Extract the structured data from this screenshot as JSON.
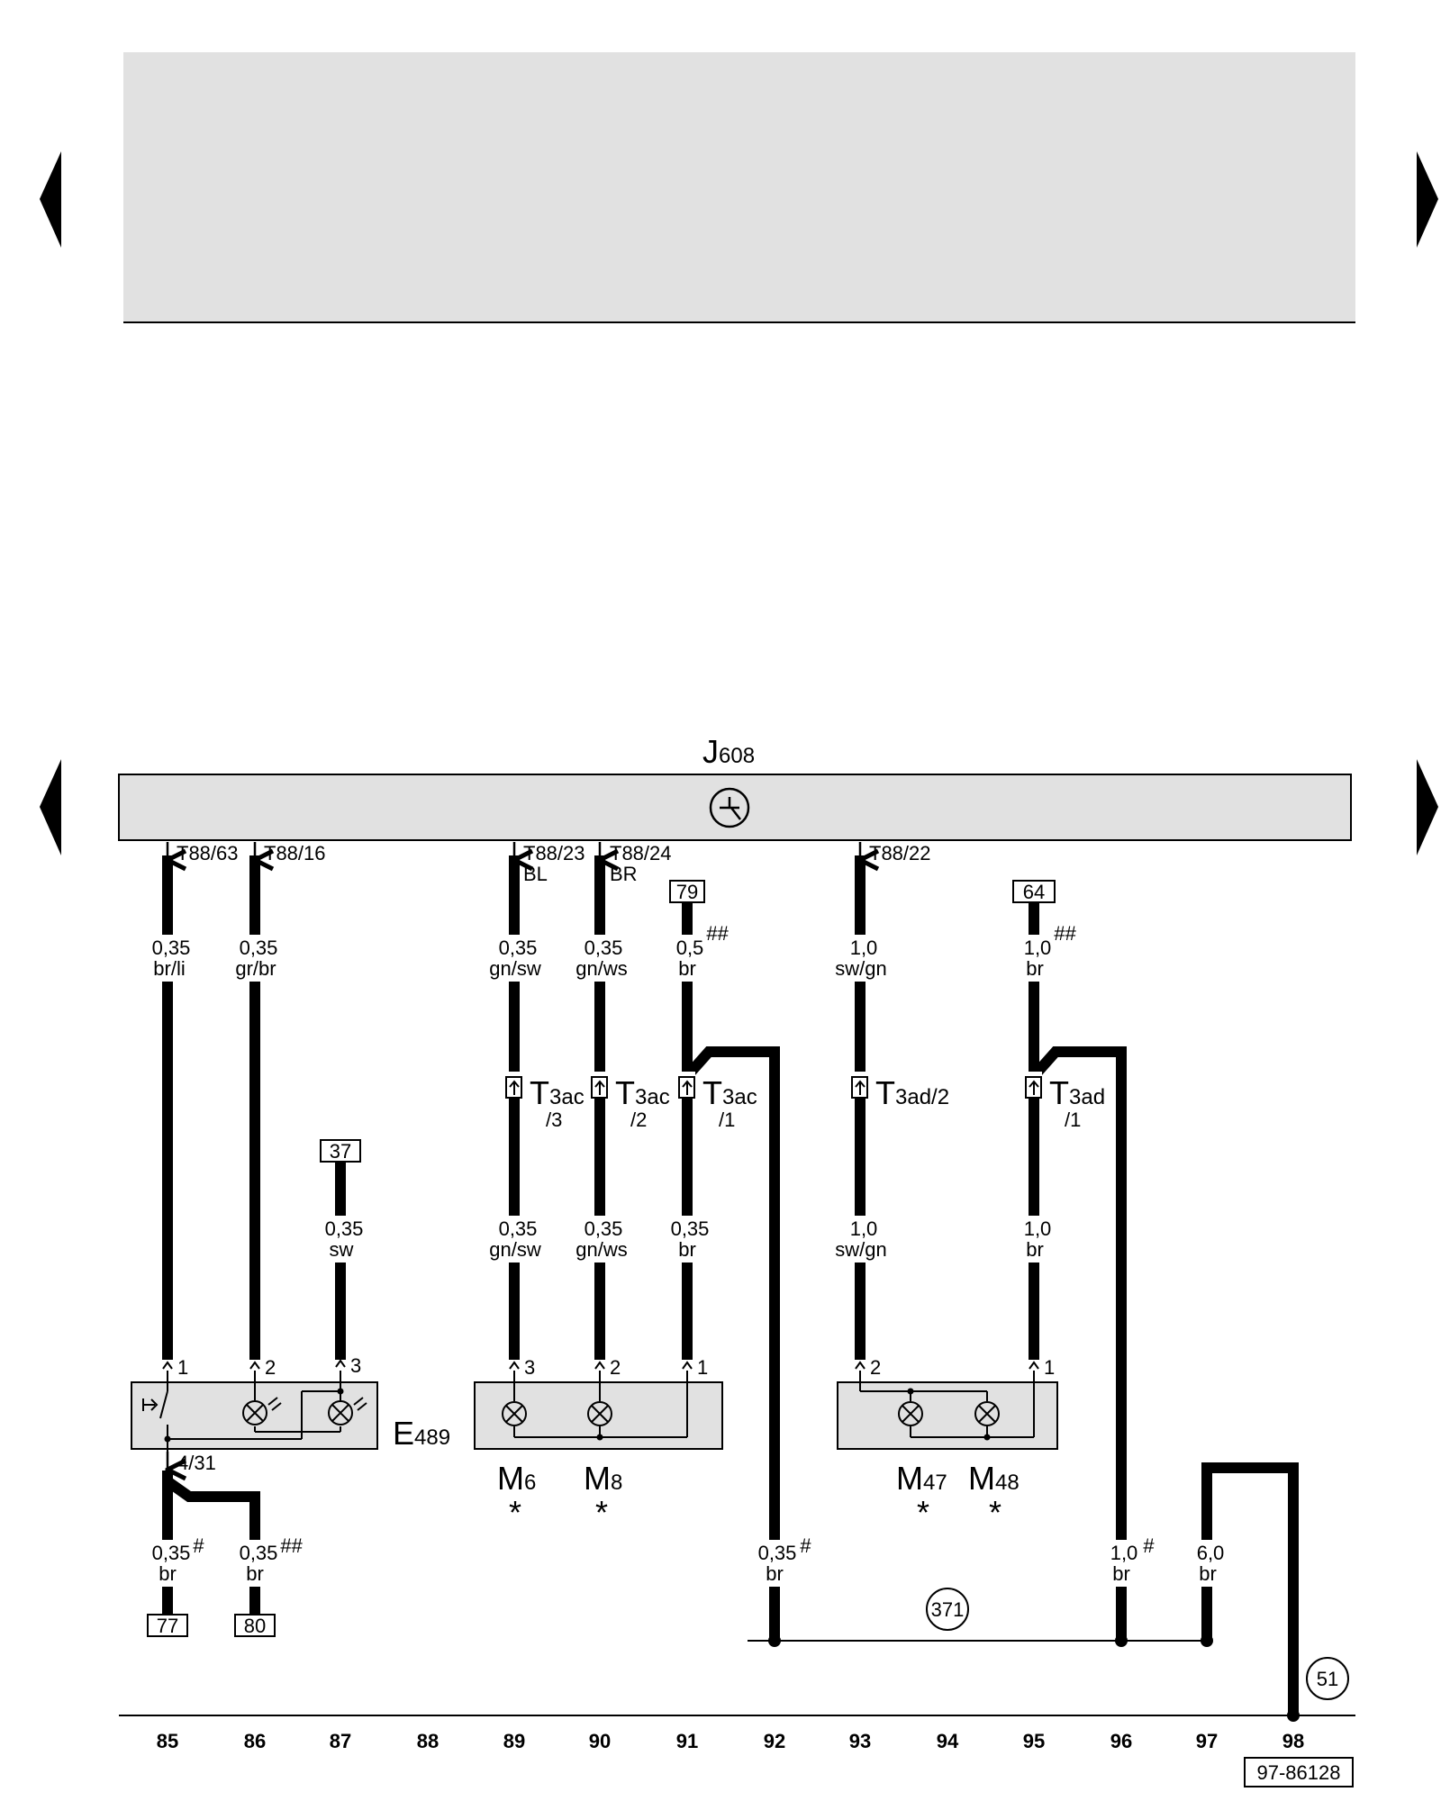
{
  "header_panel": {
    "color": "#e1e1e1"
  },
  "control_unit": {
    "letter": "J",
    "number": "608",
    "pins": [
      "T88/63",
      "T88/16",
      "T88/23",
      "T88/24",
      "T88/22"
    ],
    "pin_suffix": {
      "t88_23": "BL",
      "t88_24": "BR"
    }
  },
  "refs": {
    "r79": "79",
    "r64": "64",
    "r37": "37",
    "r77": "77",
    "r80": "80"
  },
  "wires": {
    "w85_top": [
      "0,35",
      "br/li"
    ],
    "w86_top": [
      "0,35",
      "gr/br"
    ],
    "w87": [
      "0,35",
      "sw"
    ],
    "w89_top": [
      "0,35",
      "gn/sw"
    ],
    "w90_top": [
      "0,35",
      "gn/ws"
    ],
    "w91_top": [
      "0,5",
      "br",
      "##"
    ],
    "w93_top": [
      "1,0",
      "sw/gn"
    ],
    "w95_top": [
      "1,0",
      "br",
      "##"
    ],
    "w89_bot": [
      "0,35",
      "gn/sw"
    ],
    "w90_bot": [
      "0,35",
      "gn/ws"
    ],
    "w91_bot": [
      "0,35",
      "br"
    ],
    "w93_bot": [
      "1,0",
      "sw/gn"
    ],
    "w95_bot": [
      "1,0",
      "br"
    ],
    "w85_bot": [
      "0,35",
      "br",
      "#"
    ],
    "w86_bot": [
      "0,35",
      "br",
      "##"
    ],
    "w92": [
      "0,35",
      "br",
      "#"
    ],
    "w96": [
      "1,0",
      "br",
      "#"
    ],
    "w97": [
      "6,0",
      "br"
    ]
  },
  "connectors": {
    "c3": [
      "T",
      "3ac",
      "/3"
    ],
    "c2": [
      "T",
      "3ac",
      "/2"
    ],
    "c1": [
      "T",
      "3ac",
      "/1"
    ],
    "d2": [
      "T",
      "3ad/2"
    ],
    "d1": [
      "T",
      "3ad",
      "/1"
    ]
  },
  "component_pins": {
    "e1": "1",
    "e2": "2",
    "e3": "3",
    "e431": "4/31",
    "m3": "3",
    "m2": "2",
    "m1": "1",
    "n2": "2",
    "n1": "1"
  },
  "components": {
    "e489": [
      "E",
      "489"
    ],
    "m6": [
      "M",
      "6"
    ],
    "m8": [
      "M",
      "8"
    ],
    "m47": [
      "M",
      "47"
    ],
    "m48": [
      "M",
      "48"
    ],
    "asterisk": "*"
  },
  "grounds": {
    "g371": "371",
    "g51": "51"
  },
  "columns": [
    "85",
    "86",
    "87",
    "88",
    "89",
    "90",
    "91",
    "92",
    "93",
    "94",
    "95",
    "96",
    "97",
    "98"
  ],
  "diagram_code": "97-86128"
}
